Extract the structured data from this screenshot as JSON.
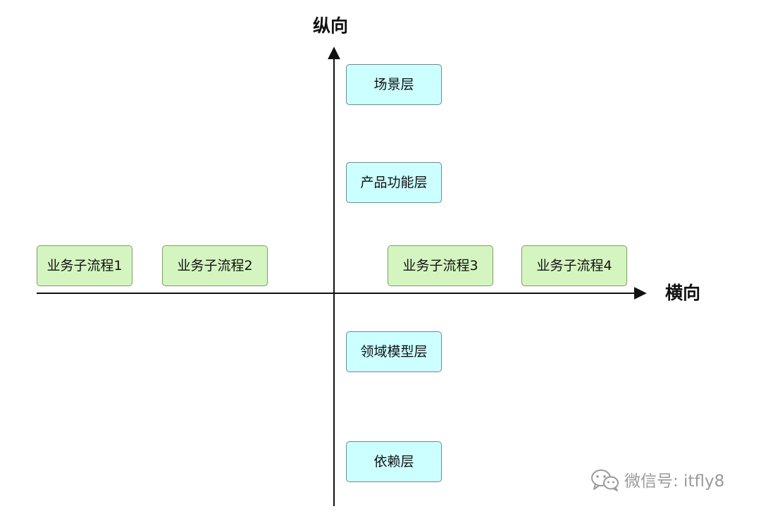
{
  "axes": {
    "vertical_label": "纵向",
    "horizontal_label": "横向"
  },
  "layers": [
    {
      "label": "场景层"
    },
    {
      "label": "产品功能层"
    },
    {
      "label": "领域模型层"
    },
    {
      "label": "依赖层"
    }
  ],
  "processes": [
    {
      "label": "业务子流程1"
    },
    {
      "label": "业务子流程2"
    },
    {
      "label": "业务子流程3"
    },
    {
      "label": "业务子流程4"
    }
  ],
  "watermark": {
    "icon": "wechat-icon",
    "text": "微信号: itfly8"
  },
  "colors": {
    "layer_fill": "#ccffff",
    "process_fill": "#d5f5c0",
    "axis": "#111111",
    "watermark": "#9a9a9a"
  }
}
